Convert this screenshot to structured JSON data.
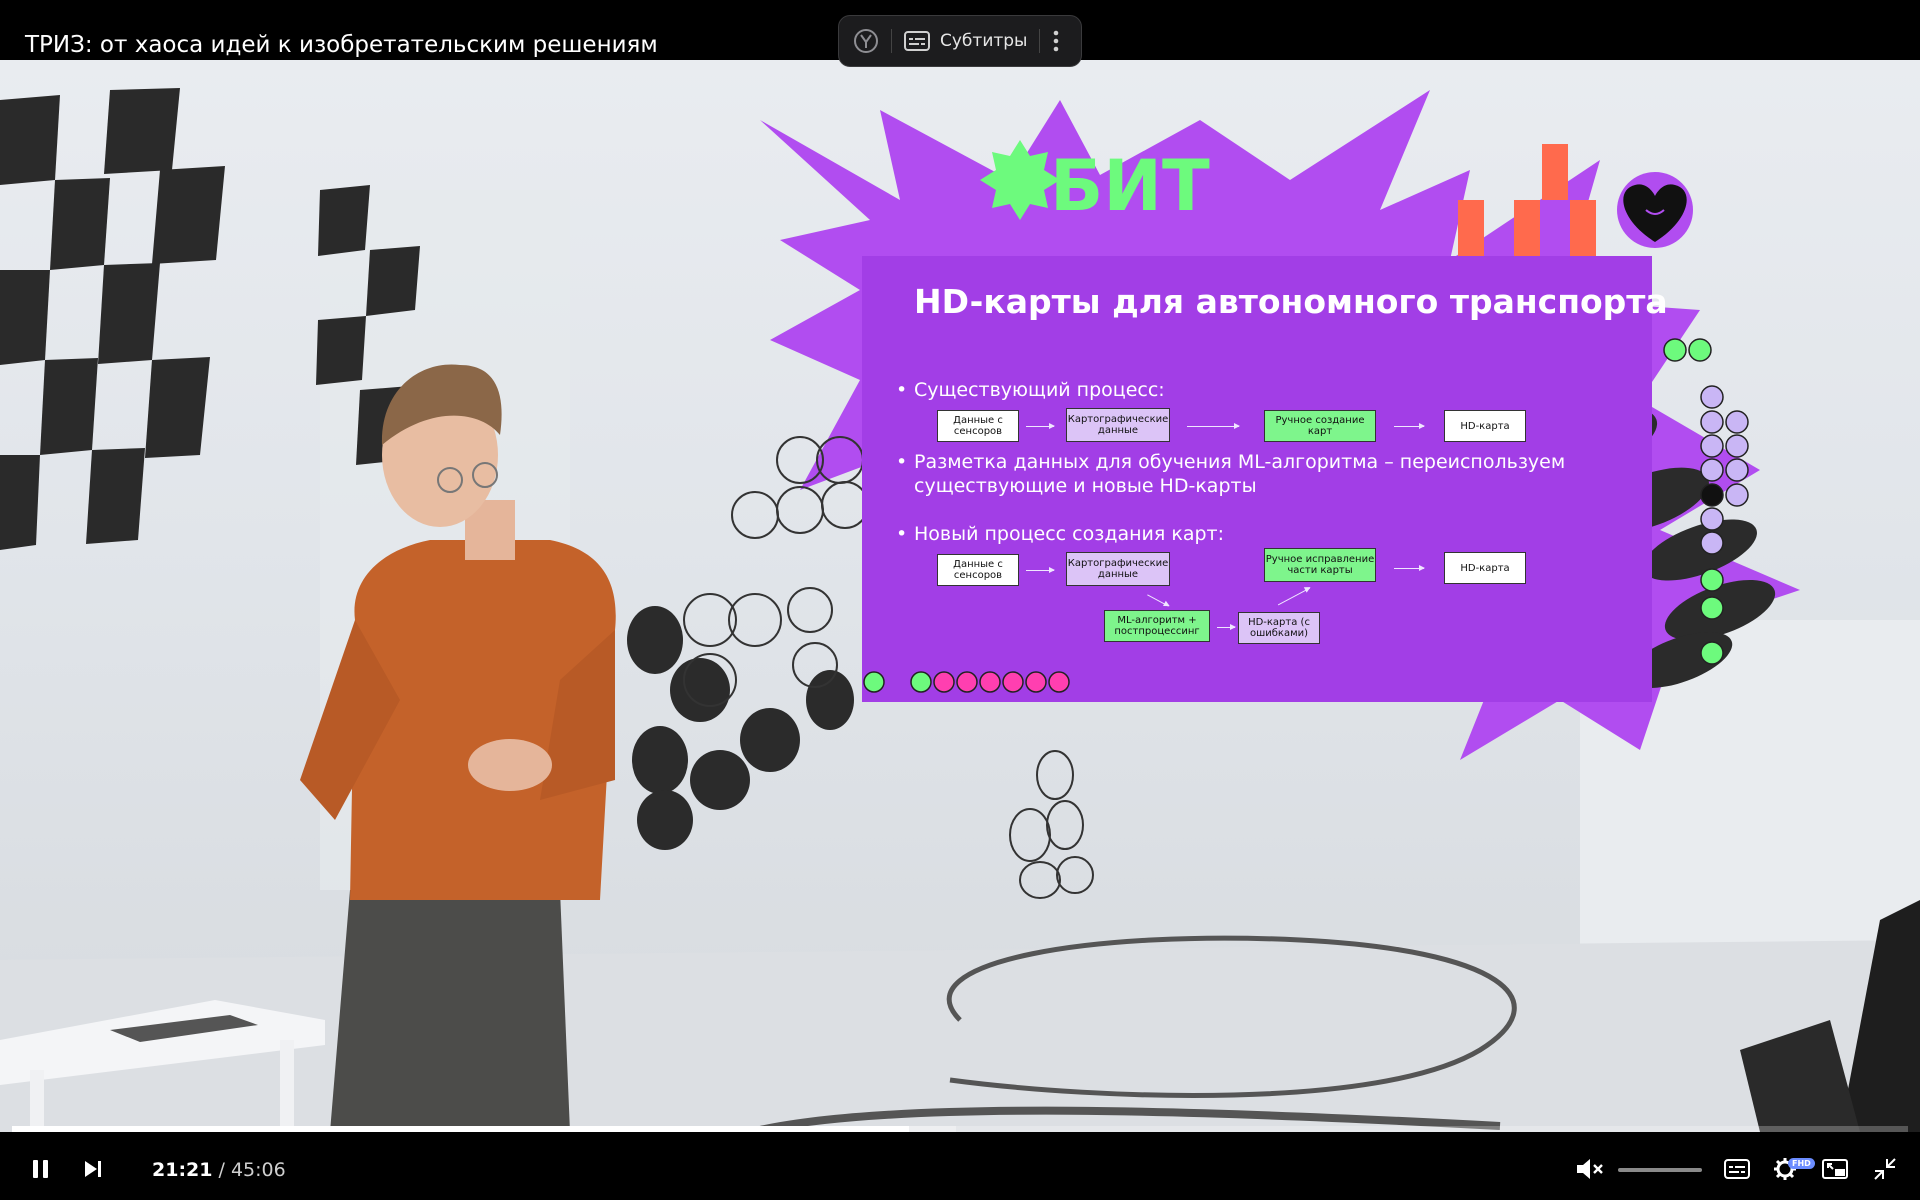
{
  "header": {
    "title": "ТРИЗ: от хаоса идей к изобретательским решениям",
    "subtitles_label": "Субтитры"
  },
  "slide": {
    "brand": "БИТ",
    "title": "HD-карты для автономного транспорта",
    "bullets": [
      "Существующий процесс:",
      "Разметка данных для обучения ML-алгоритма – переиспользуем существующие и новые HD-карты",
      "Новый процесс создания карт:"
    ],
    "process_old": {
      "sensors": "Данные с сенсоров",
      "carto": "Картографические данные",
      "manual": "Ручное создание карт",
      "hd": "HD-карта"
    },
    "process_new": {
      "sensors": "Данные с сенсоров",
      "carto": "Картографические данные",
      "manual_fix": "Ручное исправление части карты",
      "hd": "HD-карта",
      "ml": "ML-алгоритм + постпроцессинг",
      "hd_errors": "HD-карта (с ошибками)"
    }
  },
  "player": {
    "current_time": "21:21",
    "separator": " / ",
    "duration": "45:06",
    "progress": 0.473,
    "buffered": 0.498,
    "volume": 0,
    "muted": true,
    "quality_badge": "FHD"
  },
  "colors": {
    "slide_bg": "#a23ee6",
    "accent_green": "#7ef58c",
    "accent_orange": "#ff6a4d",
    "lilac": "#c9b6f5"
  }
}
